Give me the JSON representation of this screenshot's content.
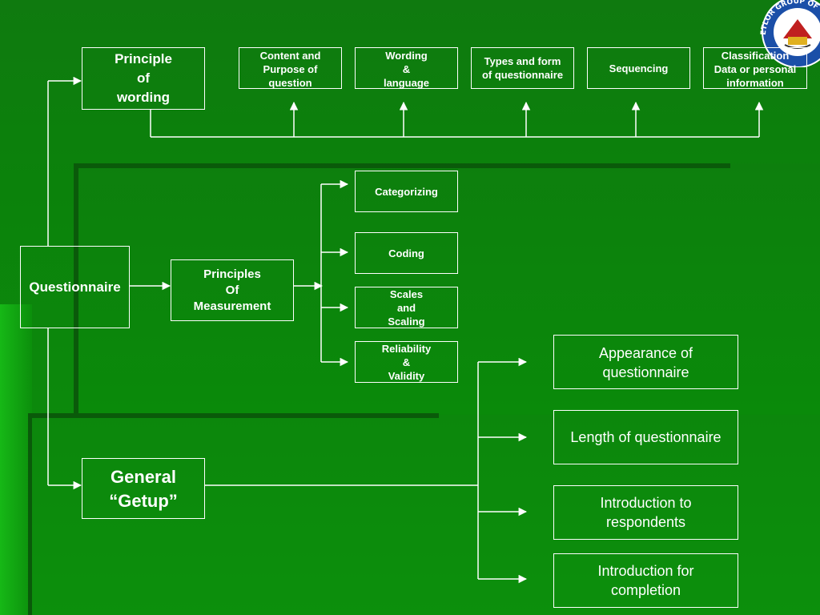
{
  "diagram": {
    "root": "Questionnaire",
    "principle_of_wording": {
      "label": "Principle\nof\nwording",
      "items": [
        "Content and\nPurpose of\nquestion",
        "Wording\n&\nlanguage",
        "Types and form\nof questionnaire",
        "Sequencing",
        "Classification\nData or personal\ninformation"
      ]
    },
    "principles_of_measurement": {
      "label": "Principles\nOf\nMeasurement",
      "items": [
        "Categorizing",
        "Coding",
        "Scales\nand\nScaling",
        "Reliability\n&\nValidity"
      ]
    },
    "general_getup": {
      "label": "General\n“Getup”",
      "items": [
        "Appearance of\nquestionnaire",
        "Length of questionnaire",
        "Introduction to\nrespondents",
        "Introduction for\ncompletion"
      ]
    }
  },
  "logo": {
    "arc_text": "ETLOR GROUP OF COLLE",
    "icon": "college-crest-icon"
  },
  "colors": {
    "background": "#0a8a0a",
    "line": "#ffffff",
    "text": "#ffffff"
  }
}
